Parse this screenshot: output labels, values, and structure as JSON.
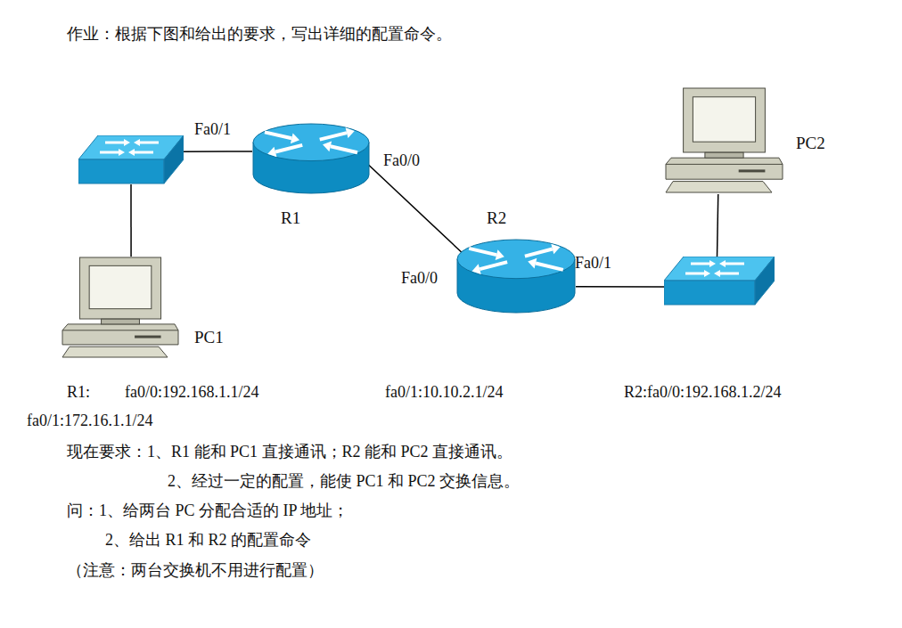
{
  "diagram": {
    "title": "作业：根据下图和给出的要求，写出详细的配置命令。",
    "nodes": [
      {
        "text": []
      },
      {
        "text": [
          "R1"
        ]
      },
      {
        "text": [
          "PC1"
        ]
      },
      {
        "text": [
          "R2"
        ]
      },
      {
        "text": []
      },
      {
        "text": [
          "PC2"
        ]
      }
    ],
    "edges": [
      {
        "from": 0,
        "to": 1,
        "arrow": "none"
      },
      {
        "from": 0,
        "to": 2,
        "arrow": "none"
      },
      {
        "from": 1,
        "to": 3,
        "arrow": "none"
      },
      {
        "from": 3,
        "to": 4,
        "arrow": "none"
      },
      {
        "from": 4,
        "to": 5,
        "arrow": "none"
      }
    ],
    "labels": [
      "Fa0/1",
      "Fa0/0",
      "Fa0/0",
      "Fa0/1",
      "R1:",
      "fa0/0:192.168.1.1/24",
      "fa0/1:10.10.2.1/24",
      "R2:fa0/0:192.168.1.2/24",
      "fa0/1:172.16.1.1/24",
      "现在要求：1、R1 能和 PC1 直接通讯；R2 能和 PC2 直接通讯。",
      "2、经过一定的配置，能使 PC1 和 PC2 交换信息。",
      "问：1、给两台 PC 分配合适的 IP 地址；",
      "2、给出 R1 和 R2 的配置命令",
      "（注意：两台交换机不用进行配置）"
    ]
  }
}
